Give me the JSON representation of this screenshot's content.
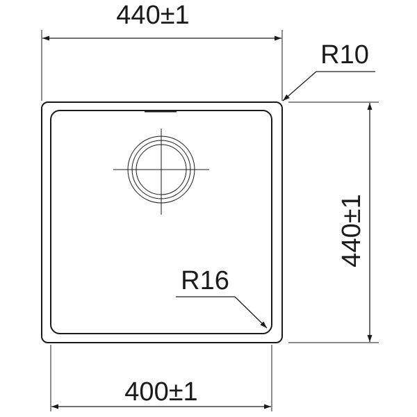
{
  "dimensions": {
    "outer_width": "440±1",
    "outer_height": "440±1",
    "inner_width": "400±1",
    "outer_corner_radius": "R10",
    "inner_corner_radius": "R16"
  },
  "colors": {
    "line": "#1a1a1a",
    "background": "#ffffff"
  }
}
